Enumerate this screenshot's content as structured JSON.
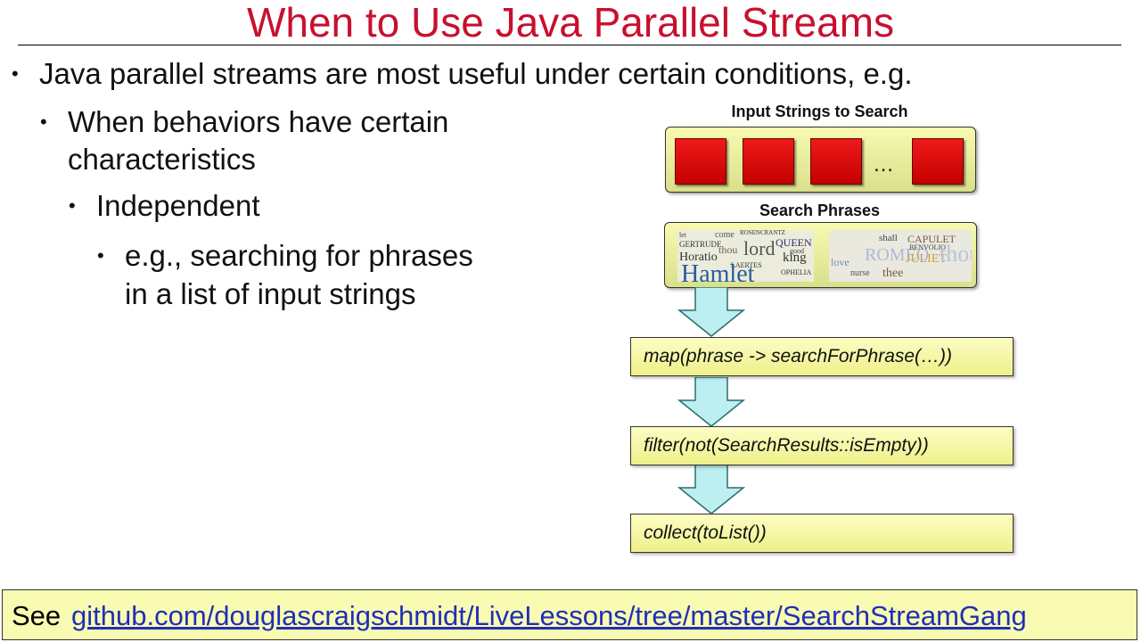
{
  "slide": {
    "title": "When to Use Java Parallel Streams",
    "bullets": {
      "level1": "Java parallel streams are most useful under certain conditions, e.g.",
      "level2_line1": "When behaviors have certain",
      "level2_line2": "characteristics",
      "level3": "Independent",
      "level4_line1": "e.g., searching for phrases",
      "level4_line2": "in a list of input strings"
    },
    "bullet_glyph": "•"
  },
  "diagram": {
    "input_label": "Input Strings to Search",
    "ellipsis": "…",
    "phrases_label": "Search Phrases",
    "word_cloud_left": [
      "let",
      "GERTRUDE",
      "come",
      "ROSENCRANTZ",
      "QUEEN",
      "Horatio",
      "lord",
      "king",
      "good",
      "LAERTES",
      "OPHELIA",
      "thou",
      "Hamlet"
    ],
    "word_cloud_right": [
      "shall",
      "CAPULET",
      "love",
      "ROMEO",
      "BENVOLIO",
      "JULIET",
      "nurse",
      "thee",
      "thou"
    ],
    "operations": [
      "map(phrase -> searchForPhrase(…))",
      "filter(not(SearchResults::isEmpty))",
      "collect(toList())"
    ]
  },
  "footer": {
    "prefix": "See",
    "link_text": "github.com/douglascraigschmidt/LiveLessons/tree/master/SearchStreamGang"
  },
  "colors": {
    "title": "#c8102e",
    "box_fill": "#f7fab0",
    "red_square": "#e00000",
    "arrow": "#bdeff0",
    "link": "#1f2fb8"
  }
}
